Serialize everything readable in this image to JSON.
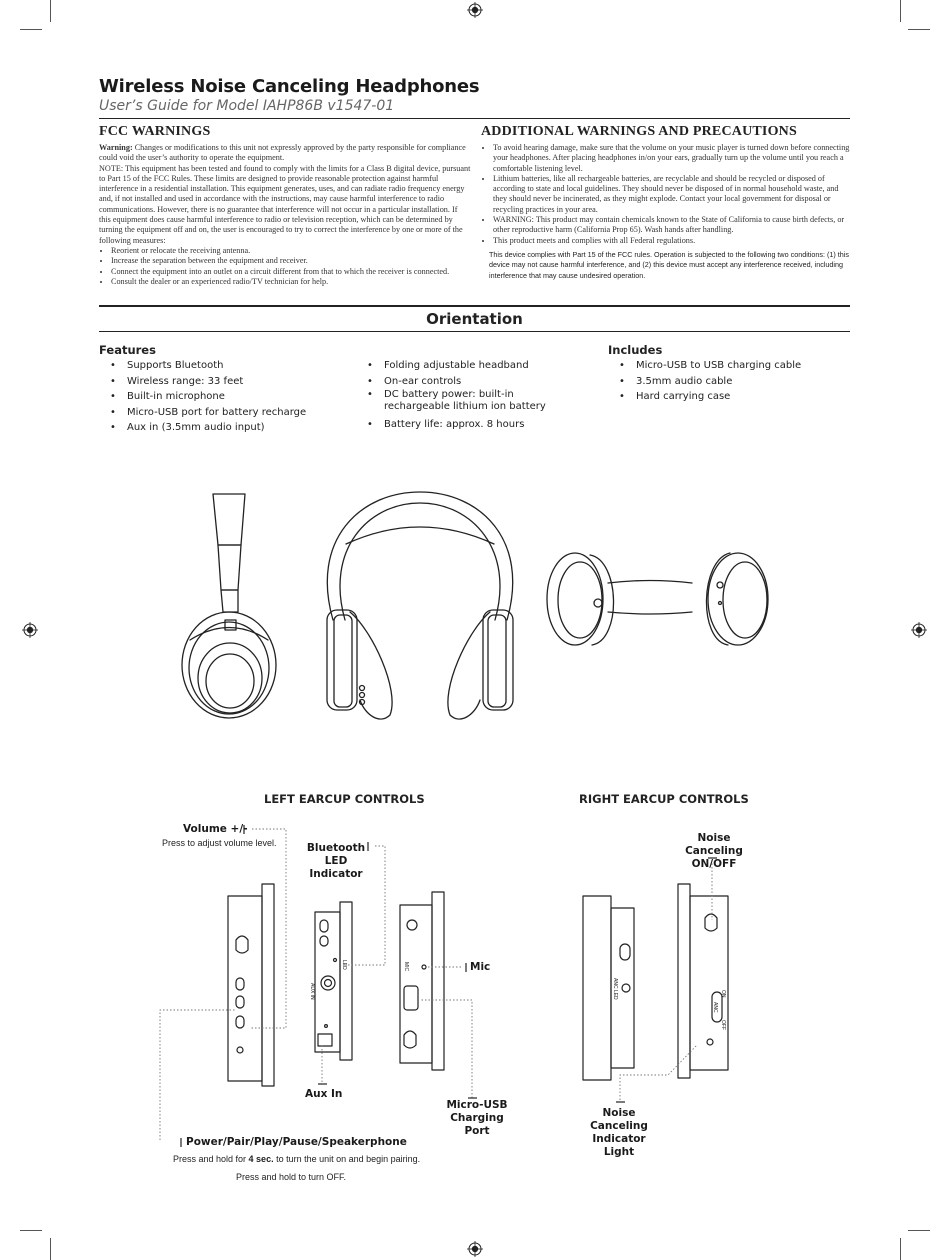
{
  "header": {
    "title": "Wireless Noise Canceling Headphones",
    "subtitle": "User’s Guide for Model IAHP86B v1547-01"
  },
  "fcc": {
    "heading": "FCC WARNINGS",
    "warning_label": "Warning:",
    "warning_text": " Changes or modifications to this unit not expressly approved by the party responsible for compliance could void the user’s authority to operate the equipment.",
    "note": "NOTE: This equipment has been tested and found to comply with the limits for a Class B digital device, pursuant to Part 15 of the FCC Rules. These limits are designed to provide reasonable protection against harmful interference in a residential installation. This equipment generates, uses, and can radiate radio frequency energy and, if not installed and used in accordance with the instructions, may cause harmful interference to radio communications. However, there is no guarantee that interference will not occur in a particular installation. If this equipment does cause harmful interference to radio or television reception, which can be determined by turning the equipment off and on, the user is encouraged to try to correct the interference by one or more of the following measures:",
    "measures": [
      "Reorient or relocate the receiving antenna.",
      "Increase the separation between the equipment and receiver.",
      "Connect the equipment into an outlet on a circuit different from that to which the receiver is connected.",
      "Consult the dealer or an experienced radio/TV technician for help."
    ]
  },
  "additional": {
    "heading": "ADDITIONAL WARNINGS AND PRECAUTIONS",
    "items": [
      "To avoid hearing damage, make sure that the volume on your music player is turned down before connecting your headphones. After placing headphones in/on your ears, gradually turn up the volume until you reach a comfortable listening level.",
      "Lithium batteries, like all rechargeable batteries, are recyclable and should be recycled or disposed of according to state and local guidelines. They should never be disposed of in normal household waste, and they should never be incinerated, as they might explode. Contact your local government for disposal or recycling practices in your area.",
      "WARNING: This product may contain chemicals known to the State of California to cause birth defects, or other reproductive harm (California Prop 65). Wash hands after handling.",
      "This product meets and complies with all Federal regulations."
    ],
    "fcc_note": "This device complies with Part 15 of the FCC rules. Operation is subjected to the following two conditions: (1) this device may not cause harmful interference, and (2) this device must accept any interference received, including interference that may cause undesired operation."
  },
  "orientation": {
    "heading": "Orientation",
    "features_heading": "Features",
    "features_col1": [
      "Supports Bluetooth",
      "Wireless range: 33 feet",
      "Built-in microphone",
      "Micro-USB port for battery recharge",
      "Aux in (3.5mm audio input)"
    ],
    "features_col2": [
      "Folding adjustable headband",
      "On-ear controls",
      "DC battery power: built-in rechargeable lithium ion battery",
      "Battery life: approx. 8 hours"
    ],
    "includes_heading": "Includes",
    "includes": [
      "Micro-USB to USB  charging cable",
      "3.5mm audio cable",
      "Hard carrying case"
    ]
  },
  "controls": {
    "left_heading": "LEFT EARCUP CONTROLS",
    "right_heading": "RIGHT EARCUP CONTROLS",
    "volume_label": "Volume +/-",
    "volume_desc": "Press to adjust volume level.",
    "bt_led_line1": "Bluetooth",
    "bt_led_line2": "LED Indicator",
    "mic_label": "Mic",
    "aux_label": "Aux In",
    "usb_line1": "Micro-USB",
    "usb_line2": "Charging Port",
    "power_label": "Power/Pair/Play/Pause/Speakerphone",
    "power_desc_pre": "Press and hold for ",
    "power_desc_bold": "4 sec.",
    "power_desc_post": " to turn the unit on and begin pairing.",
    "power_desc2": "Press and hold to turn OFF.",
    "nc_onoff_line1": "Noise Canceling",
    "nc_onoff_line2": "ON/OFF",
    "nc_light_line1": "Noise Canceling",
    "nc_light_line2": "Indicator Light",
    "tiny_aux": "AUX IN",
    "tiny_led": "LED",
    "tiny_mic": "MIC",
    "tiny_anc": "ANC",
    "tiny_on": "ON",
    "tiny_off": "OFF",
    "tiny_ancled": "ANC LED"
  }
}
